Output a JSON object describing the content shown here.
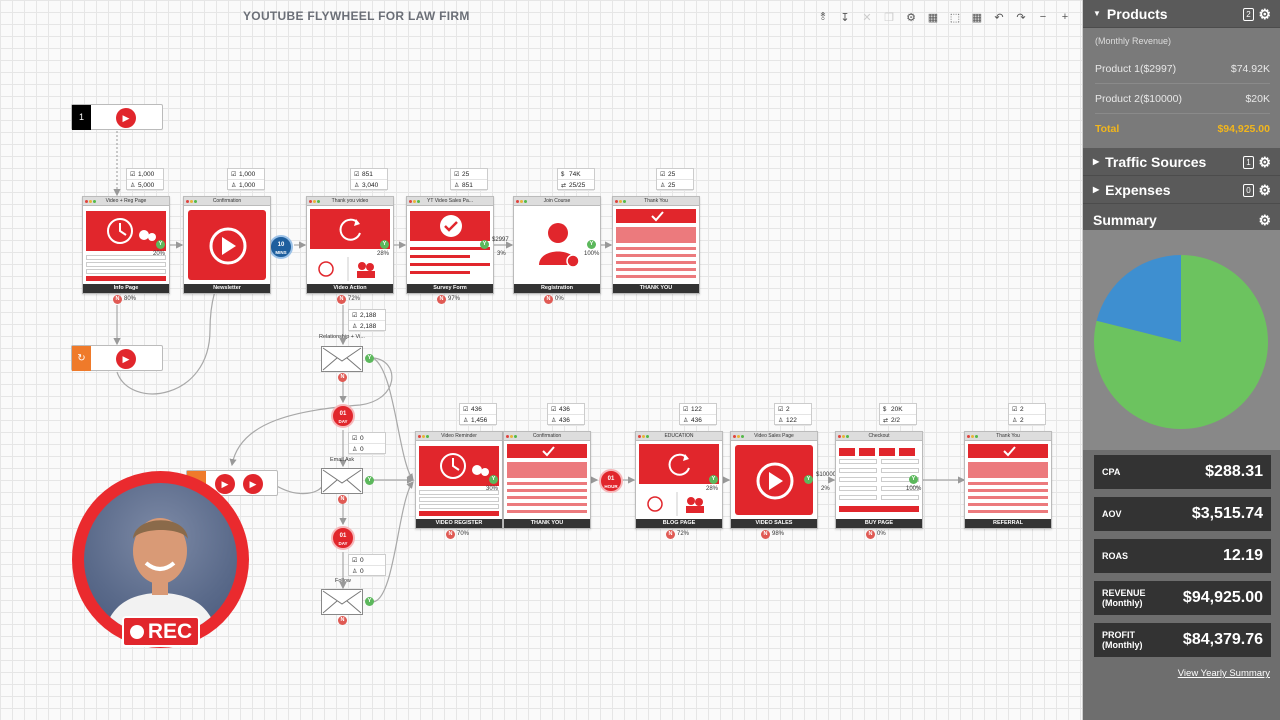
{
  "canvas": {
    "title": "YOUTUBE FLYWHEEL FOR LAW FIRM",
    "toolbar_icons": [
      "share-icon",
      "download-icon",
      "close-icon",
      "copy-icon",
      "settings-icon",
      "calculator-icon",
      "select-icon",
      "grid-icon",
      "undo-icon",
      "redo-icon",
      "zoom-out-icon",
      "zoom-in-icon"
    ]
  },
  "source_top": {
    "badge": "1"
  },
  "row1": [
    {
      "bar": "Video + Reg Page",
      "foot": "Info Page",
      "stats": [
        "1,000",
        "5,000"
      ],
      "exit": "20%",
      "drop": "80%"
    },
    {
      "bar": "Confirmation",
      "foot": "Newsletter",
      "stats": [
        "1,000",
        "1,000"
      ]
    },
    {
      "bar": "Thank you video",
      "foot": "Video Action",
      "stats": [
        "851",
        "3,040"
      ],
      "exit": "28%",
      "drop": "72%"
    },
    {
      "bar": "YT Video Sales Pa...",
      "foot": "Survey Form",
      "stats": [
        "25",
        "851"
      ],
      "exit_price": "$2997",
      "exit": "3%",
      "drop": "97%"
    },
    {
      "bar": "Join Course",
      "foot": "Registration",
      "stats": [
        "74K",
        "25/25"
      ],
      "exit": "100%",
      "drop": "0%"
    },
    {
      "bar": "Thank You",
      "foot": "THANK YOU",
      "stats": [
        "25",
        "25"
      ]
    }
  ],
  "timer_blue": {
    "top": "10",
    "bottom": "MINS"
  },
  "email_chain": {
    "stats1": [
      "2,188",
      "2,188"
    ],
    "label1": "Relationship + Vi...",
    "timer1": {
      "top": "01",
      "bottom": "DAY"
    },
    "stats2": [
      "0",
      "0"
    ],
    "label2": "Email Ask",
    "timer2": {
      "top": "01",
      "bottom": "DAY"
    },
    "stats3": [
      "0",
      "0"
    ],
    "label3": "Follow"
  },
  "row2": [
    {
      "bar": "Video Reminder",
      "foot": "VIDEO REGISTER",
      "stats": [
        "436",
        "1,456"
      ],
      "exit": "30%",
      "drop": "70%"
    },
    {
      "bar": "Confirmation",
      "foot": "THANK YOU",
      "stats": [
        "436",
        "436"
      ]
    },
    {
      "bar": "EDUCATION",
      "foot": "BLOG PAGE",
      "stats": [
        "122",
        "436"
      ],
      "exit": "28%",
      "drop": "72%"
    },
    {
      "bar": "Video Sales Page",
      "foot": "VIDEO SALES",
      "stats": [
        "2",
        "122"
      ],
      "exit_price": "$10000",
      "exit": "2%",
      "drop": "98%"
    },
    {
      "bar": "Checkout",
      "foot": "BUY PAGE",
      "stats": [
        "20K",
        "2/2"
      ],
      "exit": "100%",
      "drop": "0%"
    },
    {
      "bar": "Thank You",
      "foot": "REFERRAL",
      "stats": [
        "2",
        "2"
      ]
    }
  ],
  "timer_hour": {
    "top": "01",
    "bottom": "HOUR"
  },
  "rec_label": "REC",
  "sidebar": {
    "products": {
      "title": "Products",
      "count": "2",
      "subtitle": "(Monthly Revenue)",
      "rows": [
        {
          "name": "Product 1($2997)",
          "value": "$74.92K"
        },
        {
          "name": "Product 2($10000)",
          "value": "$20K"
        }
      ],
      "total_label": "Total",
      "total_value": "$94,925.00"
    },
    "traffic": {
      "title": "Traffic Sources",
      "count": "1"
    },
    "expenses": {
      "title": "Expenses",
      "count": "0"
    },
    "summary": {
      "title": "Summary"
    },
    "kpis": [
      {
        "label": "CPA",
        "value": "$288.31"
      },
      {
        "label": "AOV",
        "value": "$3,515.74"
      },
      {
        "label": "ROAS",
        "value": "12.19"
      },
      {
        "label": "REVENUE (Monthly)",
        "value": "$94,925.00"
      },
      {
        "label": "PROFIT (Monthly)",
        "value": "$84,379.76"
      }
    ],
    "yearly_link": "View Yearly Summary"
  },
  "chart_data": {
    "type": "pie",
    "slices": [
      {
        "value": 74.92,
        "color": "#6cc35f"
      },
      {
        "value": 20,
        "color": "#3e8fd0"
      }
    ]
  }
}
